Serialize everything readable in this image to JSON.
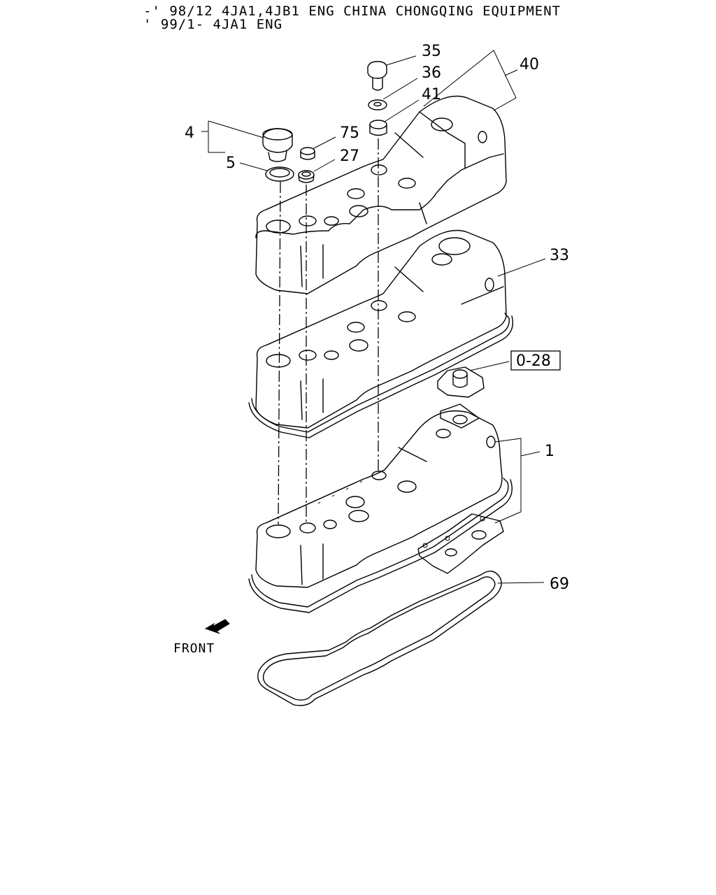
{
  "header": {
    "line1": "-' 98/12 4JA1,4JB1 ENG CHINA CHONGQING EQUIPMENT",
    "line2": "' 99/1- 4JA1 ENG"
  },
  "front_label": "FRONT",
  "reference_box": "0-28",
  "callouts": [
    {
      "id": "35",
      "label": "35"
    },
    {
      "id": "36",
      "label": "36"
    },
    {
      "id": "41",
      "label": "41"
    },
    {
      "id": "40",
      "label": "40"
    },
    {
      "id": "4",
      "label": "4"
    },
    {
      "id": "5",
      "label": "5"
    },
    {
      "id": "75",
      "label": "75"
    },
    {
      "id": "27",
      "label": "27"
    },
    {
      "id": "33",
      "label": "33"
    },
    {
      "id": "1",
      "label": "1"
    },
    {
      "id": "69",
      "label": "69"
    }
  ]
}
